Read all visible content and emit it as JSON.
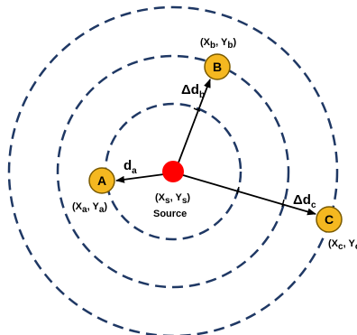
{
  "colors": {
    "source": "#ff0000",
    "node_fill": "#f5b820",
    "node_stroke": "#7a5a00",
    "ring": "#1f3864",
    "arrow": "#000000"
  },
  "source": {
    "coord_x": "X",
    "coord_x_sub": "s",
    "coord_sep": ", ",
    "coord_y": "Y",
    "coord_y_sub": "s",
    "label": "Source"
  },
  "nodes": {
    "a": {
      "label": "A",
      "coord_x": "X",
      "coord_x_sub": "a",
      "coord_sep": ", ",
      "coord_y": "Y",
      "coord_y_sub": "a"
    },
    "b": {
      "label": "B",
      "coord_x": "X",
      "coord_x_sub": "b",
      "coord_sep": ", ",
      "coord_y": "Y",
      "coord_y_sub": "b"
    },
    "c": {
      "label": "C",
      "coord_x": "X",
      "coord_x_sub": "c",
      "coord_sep": ", ",
      "coord_y": "Y",
      "coord_y_sub": "c"
    }
  },
  "distances": {
    "a": {
      "main": "d",
      "sub": "a"
    },
    "b": {
      "main": "Δd",
      "sub": "b"
    },
    "c": {
      "main": "Δd",
      "sub": "c"
    }
  }
}
